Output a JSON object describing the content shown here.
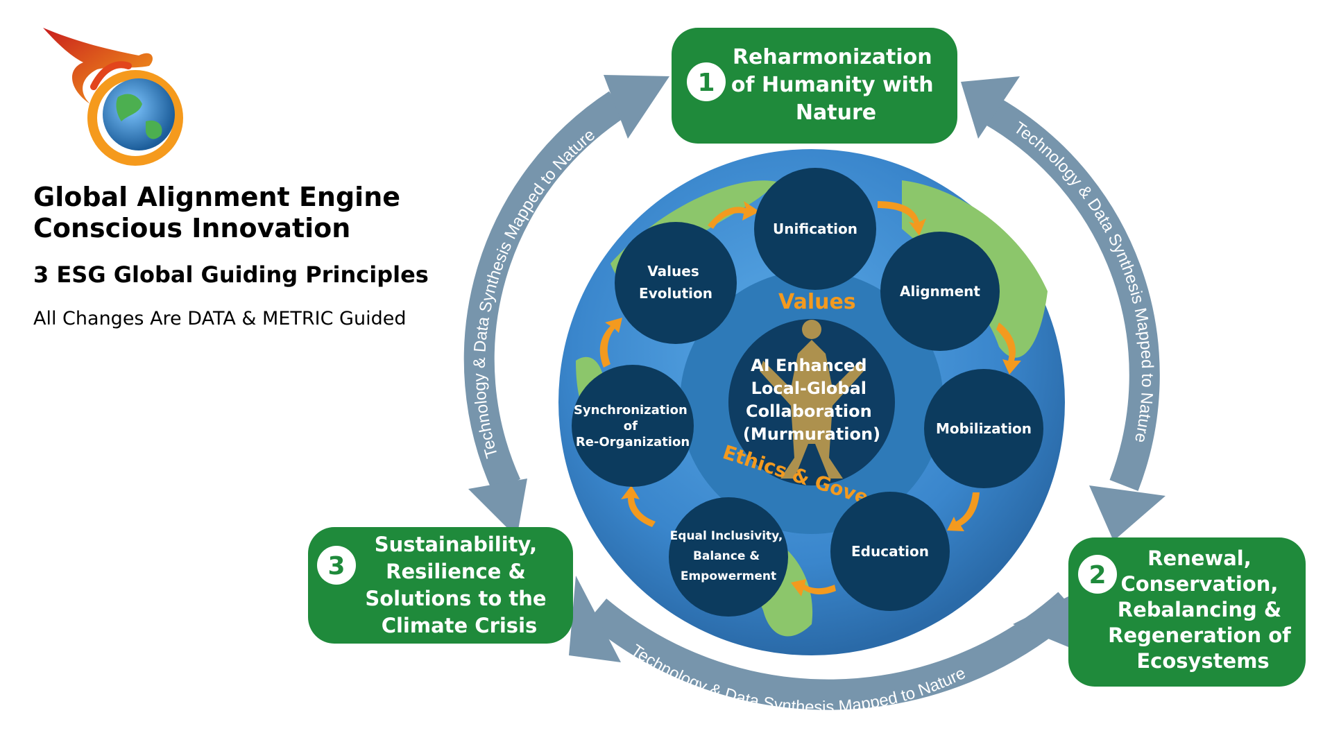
{
  "header": {
    "title_line1": "Global Alignment Engine",
    "title_line2": "Conscious Innovation",
    "subtitle": "3 ESG Global Guiding Principles",
    "tagline": "All Changes Are DATA & METRIC Guided"
  },
  "colors": {
    "green": "#1f8a3b",
    "navy": "#0c3b5e",
    "arrow_blue": "#7795ac",
    "ocean": "#3f8fd2",
    "land": "#8cc66b",
    "orange": "#f39a1f"
  },
  "principles": [
    {
      "number": "1",
      "lines": [
        "Reharmonization",
        "of Humanity with",
        "Nature"
      ]
    },
    {
      "number": "2",
      "lines": [
        "Renewal,",
        "Conservation,",
        "Rebalancing &",
        "Regeneration of",
        "Ecosystems"
      ]
    },
    {
      "number": "3",
      "lines": [
        "Sustainability,",
        "Resilience &",
        "Solutions to the",
        "Climate Crisis"
      ]
    }
  ],
  "arc_label": "Technology & Data Synthesis Mapped to Nature",
  "nodes": [
    {
      "id": "unification",
      "lines": [
        "Unification"
      ]
    },
    {
      "id": "alignment",
      "lines": [
        "Alignment"
      ]
    },
    {
      "id": "mobilization",
      "lines": [
        "Mobilization"
      ]
    },
    {
      "id": "education",
      "lines": [
        "Education"
      ]
    },
    {
      "id": "equal-inclusivity",
      "lines": [
        "Equal Inclusivity,",
        "Balance &",
        "Empowerment"
      ]
    },
    {
      "id": "synchronization",
      "lines": [
        "Synchronization",
        "of",
        "Re-Organization"
      ]
    },
    {
      "id": "values-evolution",
      "lines": [
        "Values",
        "Evolution"
      ]
    }
  ],
  "center": {
    "lines": [
      "AI Enhanced",
      "Local-Global",
      "Collaboration",
      "(Murmuration)"
    ],
    "values_label": "Values",
    "ethics_label": "Ethics & Governance"
  },
  "logo": {
    "icon": "phoenix-globe-logo"
  }
}
